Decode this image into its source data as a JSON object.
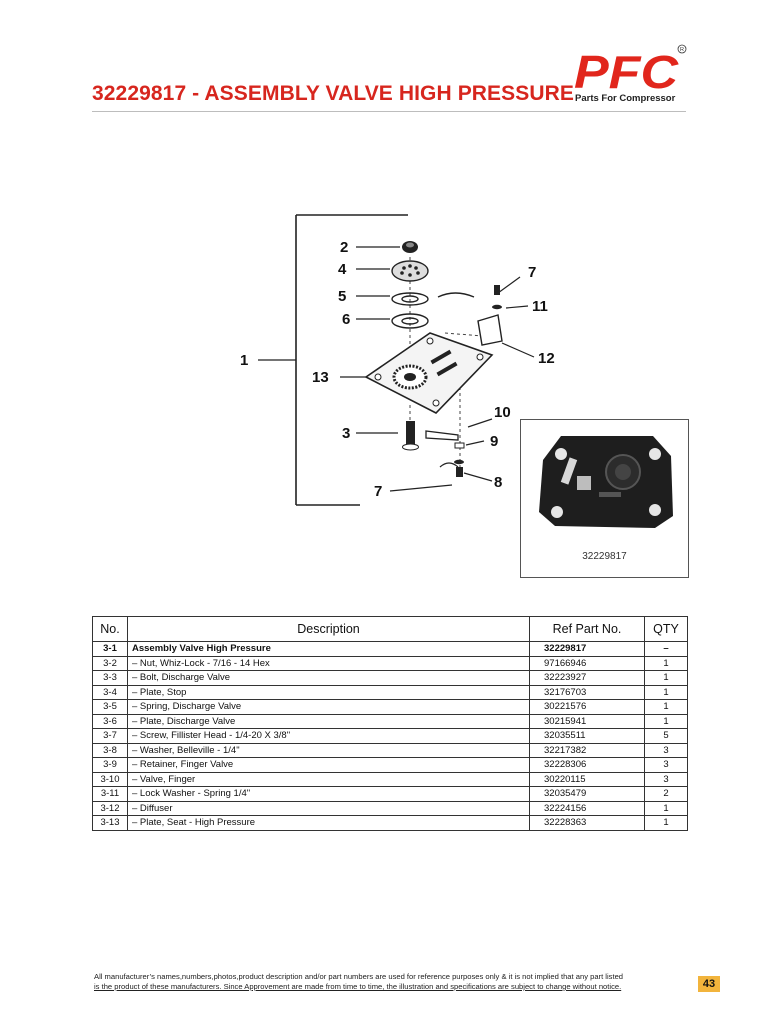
{
  "header": {
    "title": "32229817 - ASSEMBLY VALVE HIGH PRESSURE",
    "logo_text": "PFC",
    "logo_mark": "R",
    "logo_subtitle": "Parts For Compressor"
  },
  "diagram": {
    "callouts": [
      "2",
      "4",
      "5",
      "6",
      "1",
      "13",
      "3",
      "7",
      "7",
      "11",
      "12",
      "10",
      "9",
      "8"
    ]
  },
  "photo": {
    "caption": "32229817"
  },
  "table": {
    "headers": {
      "no": "No.",
      "description": "Description",
      "ref": "Ref Part No.",
      "qty": "QTY"
    },
    "rows": [
      {
        "no": "3-1",
        "description": "Assembly Valve High Pressure",
        "ref": "32229817",
        "qty": "–"
      },
      {
        "no": "3-2",
        "description": "– Nut, Whiz-Lock - 7/16 - 14 Hex",
        "ref": "97166946",
        "qty": "1"
      },
      {
        "no": "3-3",
        "description": "– Bolt, Discharge Valve",
        "ref": "32223927",
        "qty": "1"
      },
      {
        "no": "3-4",
        "description": "– Plate, Stop",
        "ref": "32176703",
        "qty": "1"
      },
      {
        "no": "3-5",
        "description": "– Spring, Discharge Valve",
        "ref": "30221576",
        "qty": "1"
      },
      {
        "no": "3-6",
        "description": "– Plate, Discharge Valve",
        "ref": "30215941",
        "qty": "1"
      },
      {
        "no": "3-7",
        "description": "– Screw, Fillister Head - 1/4-20 X 3/8\"",
        "ref": "32035511",
        "qty": "5"
      },
      {
        "no": "3-8",
        "description": "– Washer, Belleville - 1/4\"",
        "ref": "32217382",
        "qty": "3"
      },
      {
        "no": "3-9",
        "description": "– Retainer, Finger Valve",
        "ref": "32228306",
        "qty": "3"
      },
      {
        "no": "3-10",
        "description": "– Valve, Finger",
        "ref": "30220115",
        "qty": "3"
      },
      {
        "no": "3-11",
        "description": "– Lock Washer - Spring 1/4\"",
        "ref": "32035479",
        "qty": "2"
      },
      {
        "no": "3-12",
        "description": "– Diffuser",
        "ref": "32224156",
        "qty": "1"
      },
      {
        "no": "3-13",
        "description": "– Plate, Seat - High Pressure",
        "ref": "32228363",
        "qty": "1"
      }
    ]
  },
  "footer": {
    "line1": "All manufacturer’s names,numbers,photos,product description and/or part numbers are used for reference purposes only & it is not implied that any part listed",
    "line2": "is the product of these manufacturers.  Since Approvement are made from time to time,  the illustration and specifications are subject to change without notice.",
    "page_number": "43"
  },
  "colors": {
    "title_red": "#d7261e",
    "logo_red": "#e1261c",
    "page_badge": "#f2b43c"
  }
}
